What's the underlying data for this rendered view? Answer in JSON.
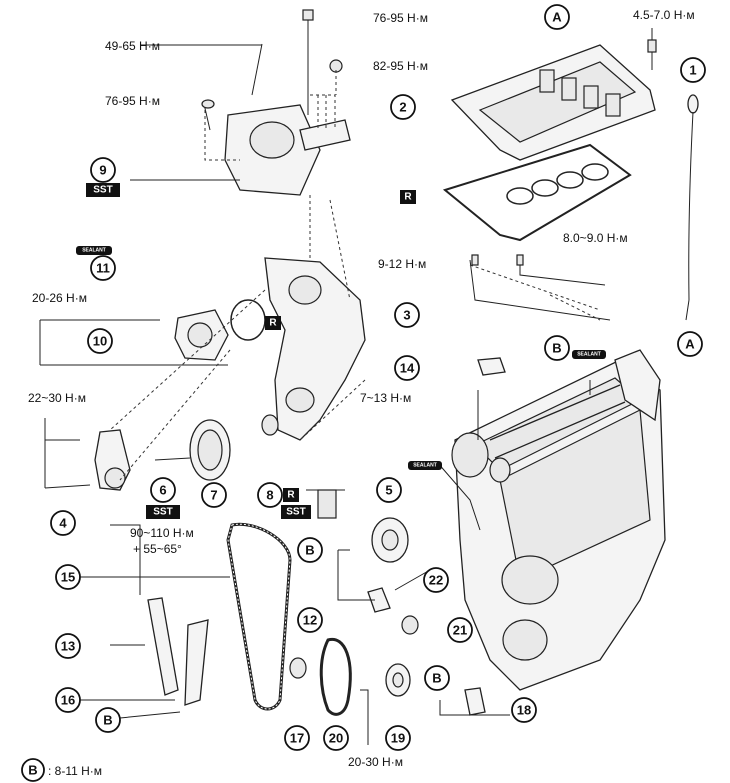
{
  "callouts": {
    "A_top": "A",
    "A_right": "A",
    "n1": "1",
    "n2": "2",
    "n3": "3",
    "n4": "4",
    "n5": "5",
    "n6": "6",
    "n7": "7",
    "n8": "8",
    "n9": "9",
    "n10": "10",
    "n11": "11",
    "n12": "12",
    "n13": "13",
    "n14": "14",
    "n15": "15",
    "n16": "16",
    "n17": "17",
    "n18": "18",
    "n19": "19",
    "n20": "20",
    "n21": "21",
    "n22": "22",
    "B1": "B",
    "B2": "B",
    "B3": "B",
    "B4": "B",
    "B_legend": "B"
  },
  "torques": {
    "t1": "76-95 Н·м",
    "t2": "4.5-7.0 Н·м",
    "t3": "49-65 Н·м",
    "t4": "82-95 Н·м",
    "t5": "76-95 Н·м",
    "t6": "8.0~9.0 Н·м",
    "t7": "9-12 Н·м",
    "t8": "20-26 Н·м",
    "t9": "7~13 Н·м",
    "t10": "22~30 Н·м",
    "t11a": "90~110 Н·м",
    "t11b": "+ 55~65°",
    "t12": "20-30 Н·м"
  },
  "tags": {
    "sst9": "SST",
    "sst6": "SST",
    "sst8": "SST",
    "r1": "R",
    "r2": "R",
    "r8": "R",
    "seal11": "SEALANT",
    "seal14": "SEALANT",
    "seal_eng": "SEALANT"
  },
  "legend": {
    "text": ": 8-11 Н·м"
  }
}
